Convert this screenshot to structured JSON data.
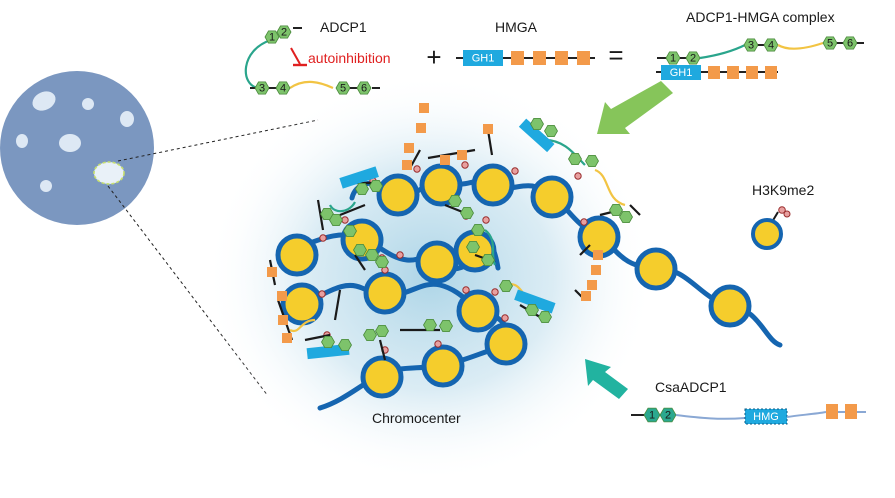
{
  "labels": {
    "adcp1": "ADCP1",
    "autoinhibition": "autoinhibition",
    "hmga": "HMGA",
    "complex": "ADCP1-HMGA  complex",
    "h3k9me2": "H3K9me2",
    "csaadcp1": "CsaADCP1",
    "chromocenter": "Chromocenter",
    "gh1": "GH1",
    "hmg": "HMG",
    "plus": "+",
    "equals": "="
  },
  "domains": [
    "1",
    "2",
    "3",
    "4",
    "5",
    "6"
  ],
  "colors": {
    "nucleus": "#7b97c0",
    "chromatin_line": "#1565b0",
    "nucleosome_fill": "#f5cd2c",
    "tudor_green": "#7dc36b",
    "tudor_dark_green": "#2ba88f",
    "gh1_blue": "#1fa9df",
    "at_hook_orange": "#f39a4a",
    "mark_red": "#e05a5a",
    "arrow_green": "#86c55a",
    "arrow_teal": "#22b3a0",
    "linker_teal": "#2aa58c",
    "linker_yellow": "#f2c443",
    "autoinhibition_red": "#e02020"
  }
}
